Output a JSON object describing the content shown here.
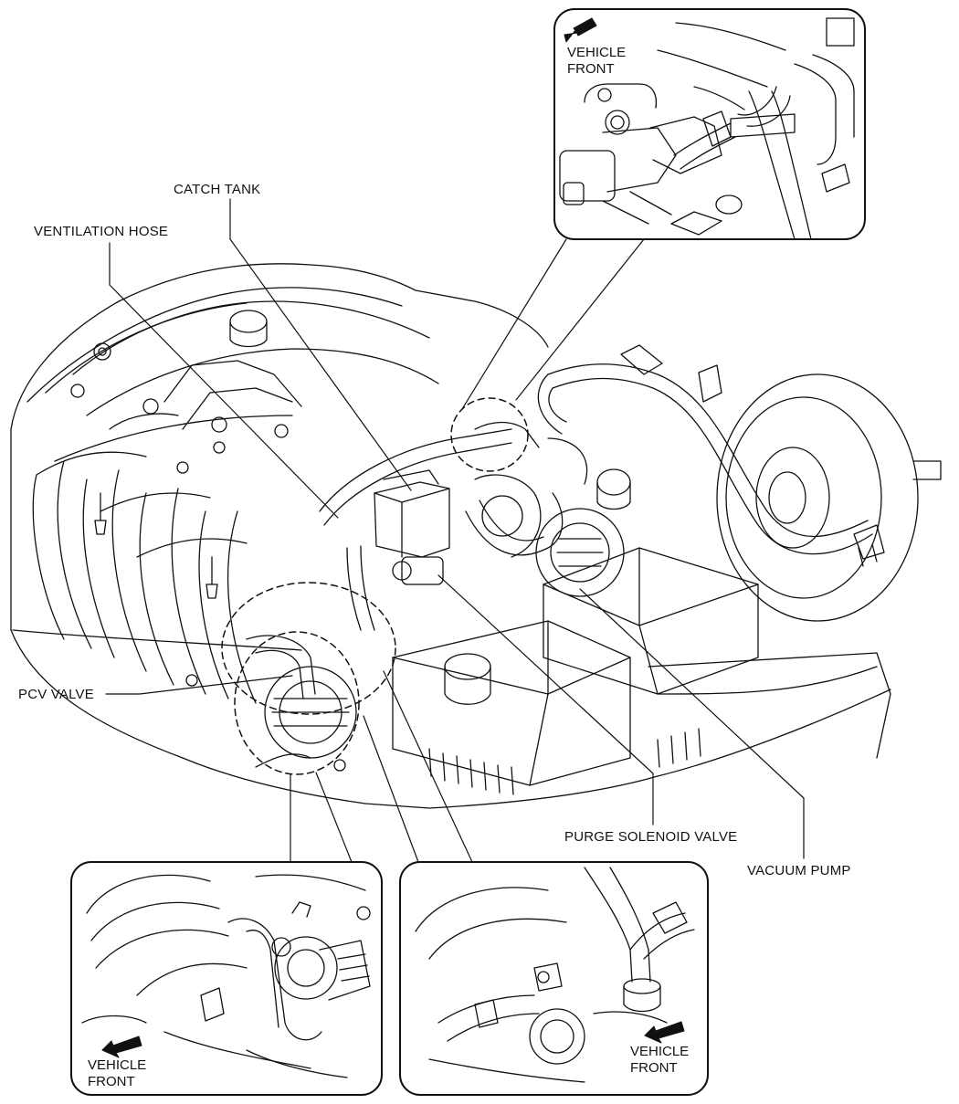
{
  "labels": {
    "catch_tank": "CATCH TANK",
    "ventilation_hose": "VENTILATION HOSE",
    "pcv_valve": "PCV VALVE",
    "purge_solenoid_valve": "PURGE SOLENOID VALVE",
    "vacuum_pump": "VACUUM PUMP"
  },
  "insets": {
    "top_right": {
      "line1": "VEHICLE",
      "line2": "FRONT"
    },
    "bottom_left": {
      "line1": "VEHICLE",
      "line2": "FRONT"
    },
    "bottom_right": {
      "line1": "VEHICLE",
      "line2": "FRONT"
    }
  },
  "colors": {
    "ink": "#111111",
    "paper": "#ffffff"
  },
  "icons": [
    "vehicle-front-arrow-icon",
    "detail-circle-icon"
  ]
}
